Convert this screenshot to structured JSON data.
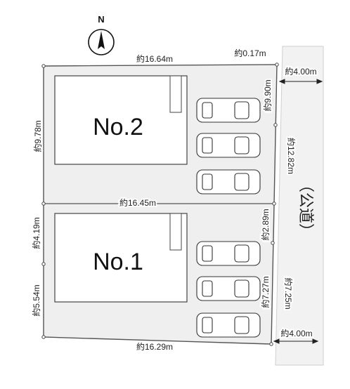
{
  "compass": {
    "label": "N",
    "icon": "north-arrow-icon"
  },
  "lots": [
    {
      "name": "No.2"
    },
    {
      "name": "No.1"
    }
  ],
  "road": {
    "label": "（公道）"
  },
  "dimensions": {
    "lot2_top": "約16.64m",
    "top_right_gap": "約0.17m",
    "road_width_top": "約4.00m",
    "lot2_right_upper": "約9.90m",
    "lot2_left": "約9.78m",
    "frontage_total": "約12.82m",
    "boundary_middle": "約16.45m",
    "lot1_left_upper": "約4.19m",
    "lot1_right_upper": "約2.89m",
    "lot1_left_lower": "約5.54m",
    "lot1_right_lower": "約7.27m",
    "frontage_lot1": "約7.25m",
    "lot1_bottom": "約16.29m",
    "road_width_bottom": "約4.00m"
  },
  "colors": {
    "line": "#333333",
    "site_fill": "#eeeeee",
    "road_fill": "#f2f2f2"
  }
}
